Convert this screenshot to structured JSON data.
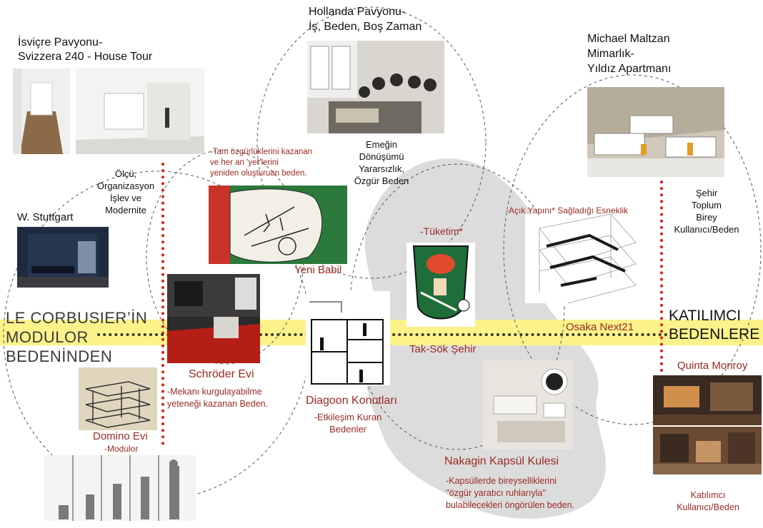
{
  "colors": {
    "highlight_band": "#fbf28a",
    "dotted_red": "#d8231c",
    "dotted_dark": "#3a3a2a",
    "blob_gray": "#d9d9d9",
    "label_red": "#9b2a22",
    "label_black": "#111111"
  },
  "main_axis": {
    "left_text": [
      "LE CORBUSIER’İN",
      "MODULOR",
      "BEDENİNDEN"
    ],
    "right_text": [
      "KATILIMCI",
      "BEDENLERE"
    ]
  },
  "nodes": {
    "isvicre": {
      "title_line1": "İsviçre Pavyonu-",
      "title_line2": "Svizzera 240 - House Tour"
    },
    "hollanda": {
      "title_line1": "Hollanda Pavyonu-",
      "title_line2": "İş, Beden, Boş Zaman"
    },
    "maltzan": {
      "title_line1": "Michael Maltzan",
      "title_line2": "Mimarlık-",
      "title_line3": "Yıldız Apartmanı"
    },
    "olcu": {
      "line1": "Ölçü,",
      "line2": "Organizasyon",
      "line3": "İşlev ve",
      "line4": "Modernite"
    },
    "emek": {
      "line1": "Emeğin",
      "line2": "Dönüşümü",
      "line3": "Yararsızlık,",
      "line4": "Özgür Beden"
    },
    "sehir": {
      "line1": "Şehir",
      "line2": "Toplum",
      "line3": "Birey",
      "line4": "Kullanıcı/Beden"
    },
    "stuttgart": {
      "title": "W. Stuttgart"
    },
    "yeni_babil": {
      "note_line1": "-Tam özgürlüklerini kazanan",
      "note_line2": "ve her an 'yer'lerini",
      "note_line3": "yeniden oluşturuan beden.",
      "title": "Yeni Babil"
    },
    "tuketim": {
      "title": "-Tüketim*",
      "caption": "Tak-Sök Şehir"
    },
    "acik_yapi": {
      "title": "-Açık Yapını* Sağladığı Esneklik",
      "caption": "Osaka Next21"
    },
    "schroder": {
      "title": "Schröder Evi",
      "note_line1": "-Mekanı kurgulayabilme",
      "note_line2": "yeteneği kazanan Beden."
    },
    "domino": {
      "title": "Domino Evi",
      "subtitle": "-Modulor"
    },
    "diagoon": {
      "title": "Diagoon Konutları",
      "note_line1": "-Etkileşim Kuran",
      "note_line2": "Bedenler"
    },
    "nakagin": {
      "title": "Nakagin Kapsül Kulesi",
      "note_line1": "-Kapsüllerde bireyselliklerini",
      "note_line2": "''özgür yaratıcı ruhlarıyla''",
      "note_line3": "bulabilecekleri öngörülen  beden."
    },
    "quinta": {
      "title": "Quinta Monroy",
      "note_line1": "Katılımcı",
      "note_line2": "Kullanıcı/Beden"
    }
  }
}
